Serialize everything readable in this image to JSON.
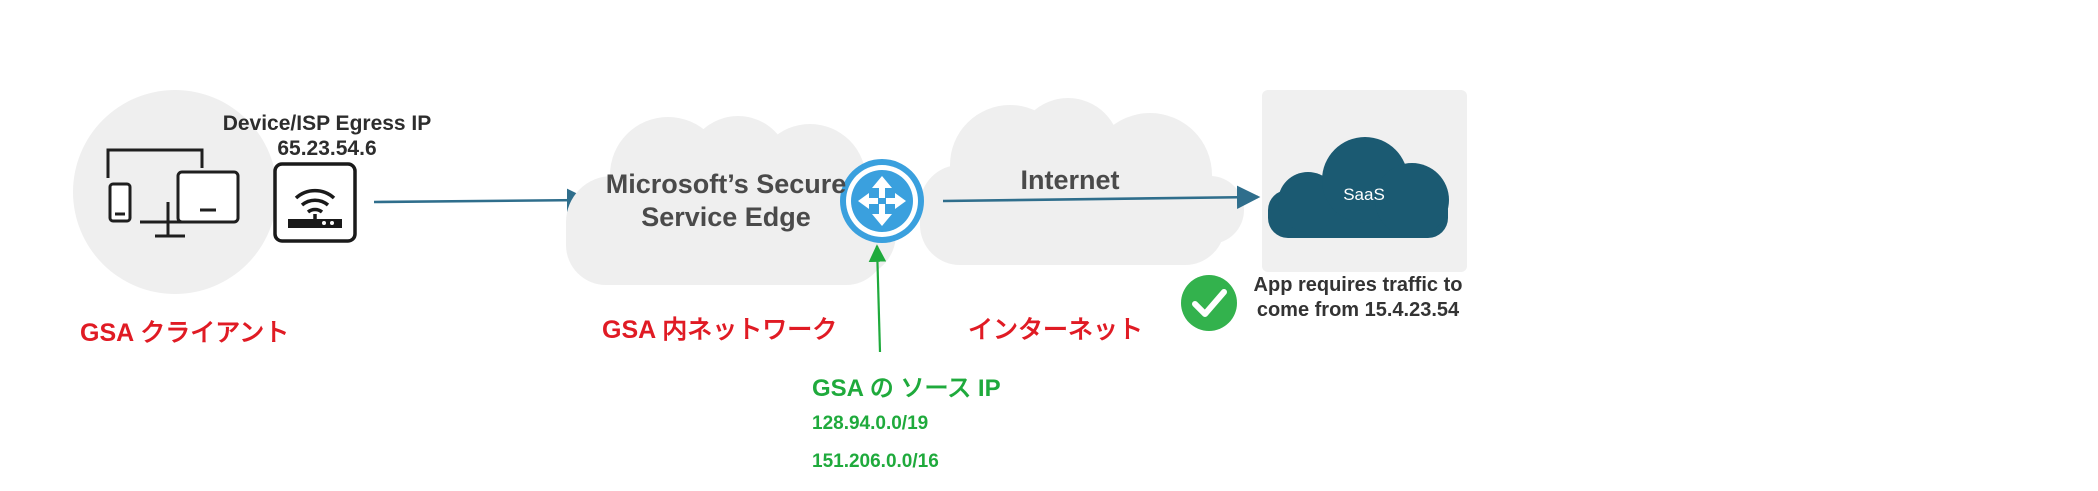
{
  "device_egress": {
    "title": "Device/ISP Egress IP",
    "ip": "65.23.54.6"
  },
  "sse": {
    "line1": "Microsoft’s Secure",
    "line2": "Service Edge"
  },
  "internet": {
    "label": "Internet"
  },
  "saas": {
    "label": "SaaS"
  },
  "app_note": {
    "line1": "App requires traffic to",
    "line2": "come from 15.4.23.54"
  },
  "annotations": {
    "client": "GSA クライアント",
    "internal_network": "GSA 内ネットワーク",
    "internet_jp": "インターネット",
    "source_ip_title": "GSA の ソース IP",
    "source_ip_1": "128.94.0.0/19",
    "source_ip_2": "151.206.0.0/16"
  },
  "colors": {
    "arrow": "#2f6e8c",
    "router_blue": "#3aa0de",
    "saas_cloud": "#1b5a72",
    "check": "#33b24d",
    "annotation_red": "#e01b24",
    "annotation_green": "#1faa3c",
    "cloud_fill": "#efefef"
  },
  "icons": [
    "laptop-icon",
    "monitor-icon",
    "phone-icon",
    "wifi-router-icon",
    "network-router-icon",
    "saas-cloud-icon",
    "checkmark-icon"
  ]
}
